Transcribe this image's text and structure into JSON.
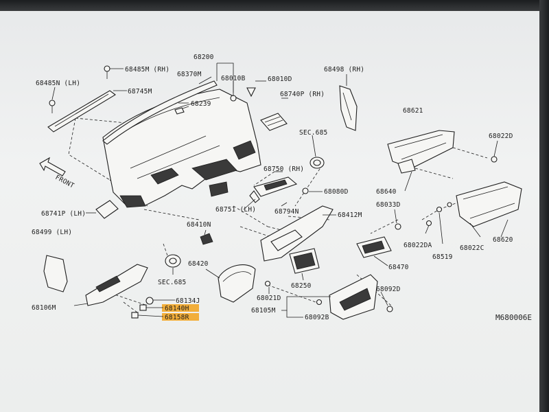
{
  "diagram_code": "M680006E",
  "front_label": "FRONT",
  "parts": [
    {
      "id": "68200",
      "label": "68200"
    },
    {
      "id": "68485M",
      "label": "68485M (RH)"
    },
    {
      "id": "68370M",
      "label": "68370M"
    },
    {
      "id": "68010B",
      "label": "68010B"
    },
    {
      "id": "68010D",
      "label": "68010D"
    },
    {
      "id": "68498",
      "label": "68498 (RH)"
    },
    {
      "id": "68485N",
      "label": "68485N (LH)"
    },
    {
      "id": "68745M",
      "label": "68745M"
    },
    {
      "id": "68239",
      "label": "68239"
    },
    {
      "id": "68740P",
      "label": "68740P (RH)"
    },
    {
      "id": "68621",
      "label": "68621"
    },
    {
      "id": "sec685a",
      "label": "SEC.685"
    },
    {
      "id": "68022D",
      "label": "68022D"
    },
    {
      "id": "68750",
      "label": "68750 (RH)"
    },
    {
      "id": "68080D",
      "label": "68080D"
    },
    {
      "id": "68640",
      "label": "68640"
    },
    {
      "id": "68741P",
      "label": "68741P (LH)"
    },
    {
      "id": "68751",
      "label": "68751 (LH)"
    },
    {
      "id": "68794N",
      "label": "68794N"
    },
    {
      "id": "68033D",
      "label": "68033D"
    },
    {
      "id": "68412M",
      "label": "68412M"
    },
    {
      "id": "68410N",
      "label": "68410N"
    },
    {
      "id": "68499",
      "label": "68499 (LH)"
    },
    {
      "id": "68022DA",
      "label": "68022DA"
    },
    {
      "id": "68519",
      "label": "68519"
    },
    {
      "id": "68022C",
      "label": "68022C"
    },
    {
      "id": "68620",
      "label": "68620"
    },
    {
      "id": "68420",
      "label": "68420"
    },
    {
      "id": "68470",
      "label": "68470"
    },
    {
      "id": "sec685b",
      "label": "SEC.685"
    },
    {
      "id": "68250",
      "label": "68250"
    },
    {
      "id": "68021D",
      "label": "68021D"
    },
    {
      "id": "68092D",
      "label": "68092D"
    },
    {
      "id": "68134J",
      "label": "68134J"
    },
    {
      "id": "68106M",
      "label": "68106M"
    },
    {
      "id": "68140H",
      "label": "68140H"
    },
    {
      "id": "68158R",
      "label": "68158R"
    },
    {
      "id": "68105M",
      "label": "68105M"
    },
    {
      "id": "68092B",
      "label": "68092B"
    }
  ]
}
